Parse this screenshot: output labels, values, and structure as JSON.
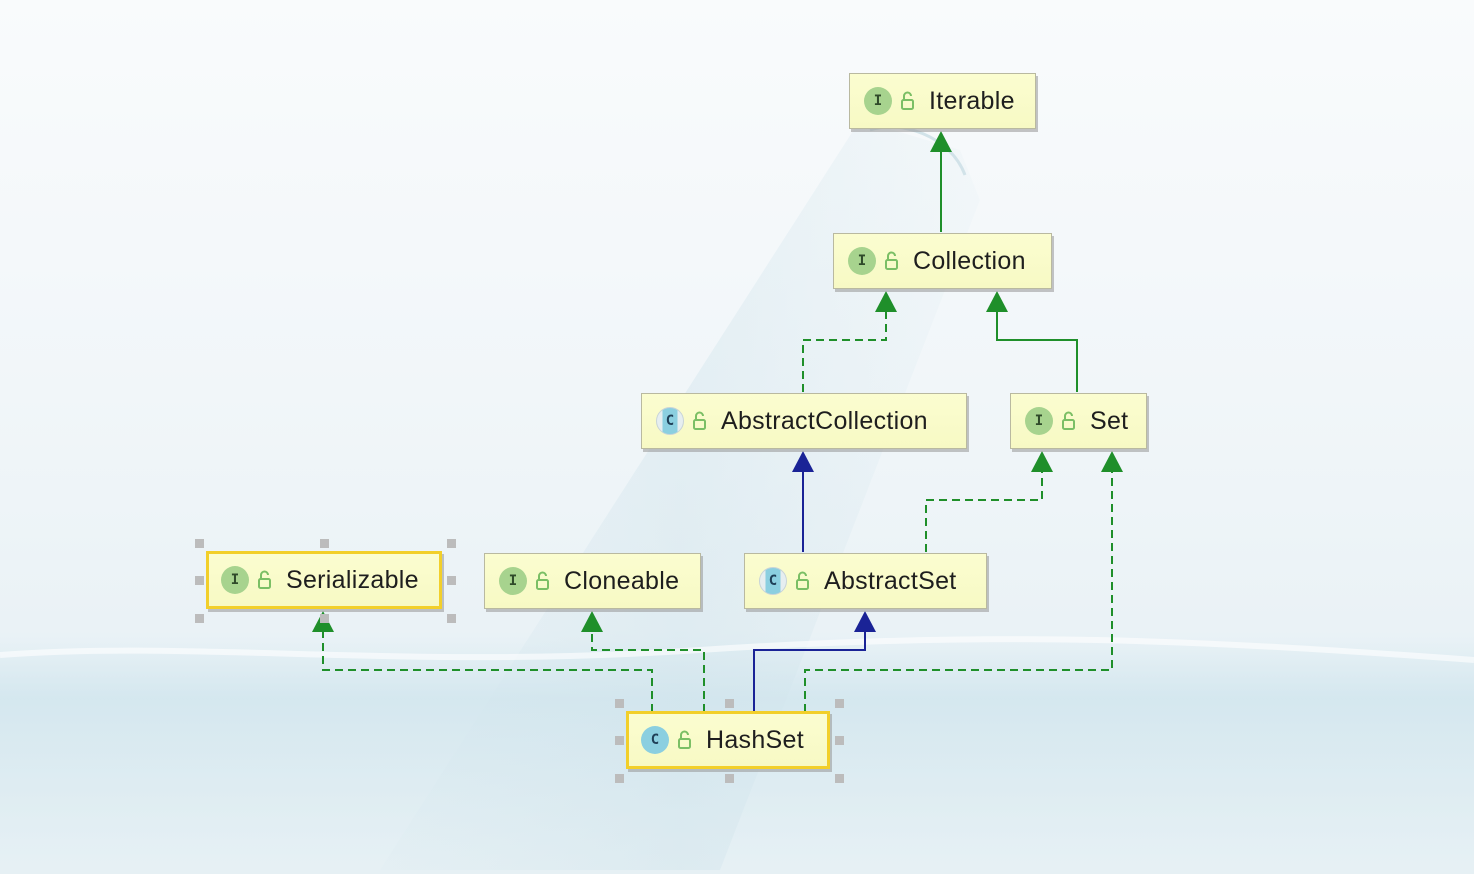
{
  "diagram": {
    "nodes": [
      {
        "id": "iterable",
        "label": "Iterable",
        "kind": "I",
        "kind_style": "interface",
        "selected": false
      },
      {
        "id": "collection",
        "label": "Collection",
        "kind": "I",
        "kind_style": "interface",
        "selected": false
      },
      {
        "id": "abstract-collection",
        "label": "AbstractCollection",
        "kind": "C",
        "kind_style": "abstract-class",
        "selected": false
      },
      {
        "id": "set",
        "label": "Set",
        "kind": "I",
        "kind_style": "interface",
        "selected": false
      },
      {
        "id": "serializable",
        "label": "Serializable",
        "kind": "I",
        "kind_style": "interface",
        "selected": true
      },
      {
        "id": "cloneable",
        "label": "Cloneable",
        "kind": "I",
        "kind_style": "interface",
        "selected": false
      },
      {
        "id": "abstract-set",
        "label": "AbstractSet",
        "kind": "C",
        "kind_style": "abstract-class",
        "selected": false
      },
      {
        "id": "hashset",
        "label": "HashSet",
        "kind": "C",
        "kind_style": "class",
        "selected": true
      }
    ],
    "edges": [
      {
        "from": "collection",
        "to": "iterable",
        "relation": "interface-extends",
        "style": "solid",
        "color": "#1f8f2a"
      },
      {
        "from": "abstract-collection",
        "to": "collection",
        "relation": "implements",
        "style": "dashed",
        "color": "#1f8f2a"
      },
      {
        "from": "set",
        "to": "collection",
        "relation": "interface-extends",
        "style": "solid",
        "color": "#1f8f2a"
      },
      {
        "from": "abstract-set",
        "to": "abstract-collection",
        "relation": "extends",
        "style": "solid",
        "color": "#1a2396"
      },
      {
        "from": "abstract-set",
        "to": "set",
        "relation": "implements",
        "style": "dashed",
        "color": "#1f8f2a"
      },
      {
        "from": "hashset",
        "to": "abstract-set",
        "relation": "extends",
        "style": "solid",
        "color": "#1a2396"
      },
      {
        "from": "hashset",
        "to": "set",
        "relation": "implements",
        "style": "dashed",
        "color": "#1f8f2a"
      },
      {
        "from": "hashset",
        "to": "serializable",
        "relation": "implements",
        "style": "dashed",
        "color": "#1f8f2a"
      },
      {
        "from": "hashset",
        "to": "cloneable",
        "relation": "implements",
        "style": "dashed",
        "color": "#1f8f2a"
      }
    ],
    "colors": {
      "node_fill": "#f9fbc8",
      "selected_border": "#f2cf2a",
      "interface_badge": "#a7d38e",
      "class_badge": "#8bcfe0",
      "implements_arrow": "#1f8f2a",
      "extends_arrow": "#1a2396"
    }
  }
}
